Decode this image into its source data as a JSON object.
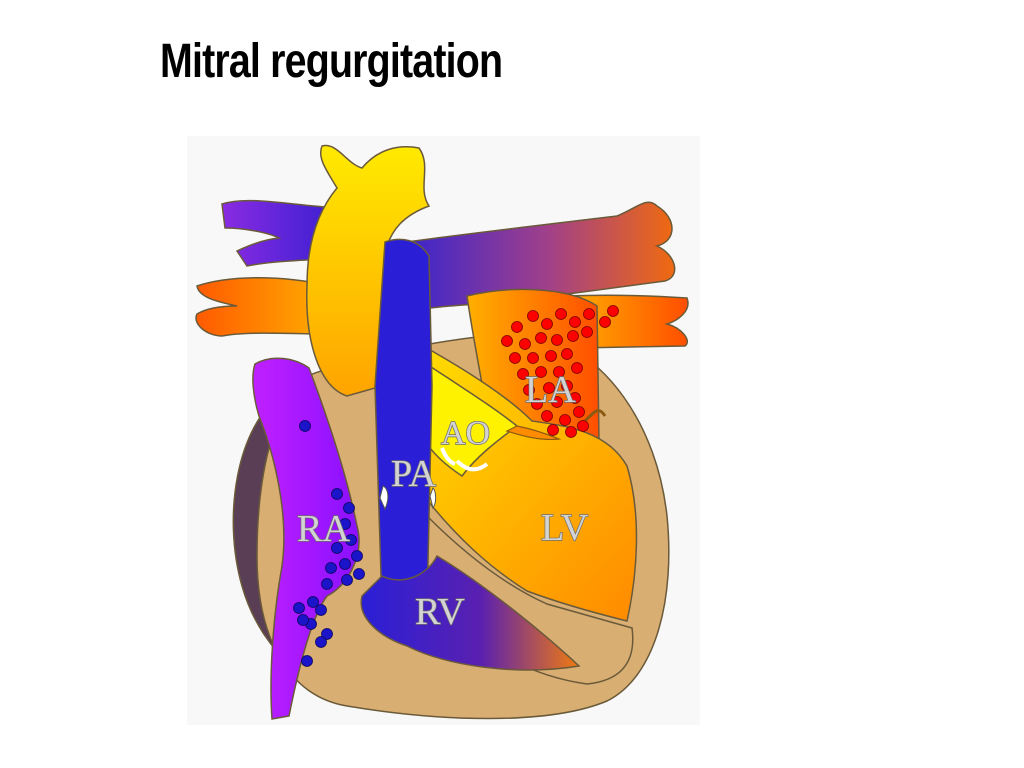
{
  "slide": {
    "title": "Mitral regurgitation"
  },
  "diagram": {
    "labels": {
      "ra": "RA",
      "rv": "RV",
      "pa": "PA",
      "ao": "AO",
      "la": "LA",
      "lv": "LV"
    },
    "colors": {
      "myocardium": "#d9ae72",
      "oxygenated": "#ffb000",
      "deoxygenated": "#2a1fd6",
      "right_atrium": "#b020ff",
      "regurgitant_cells": "#ff0000",
      "venous_cells": "#1b14c9"
    }
  }
}
